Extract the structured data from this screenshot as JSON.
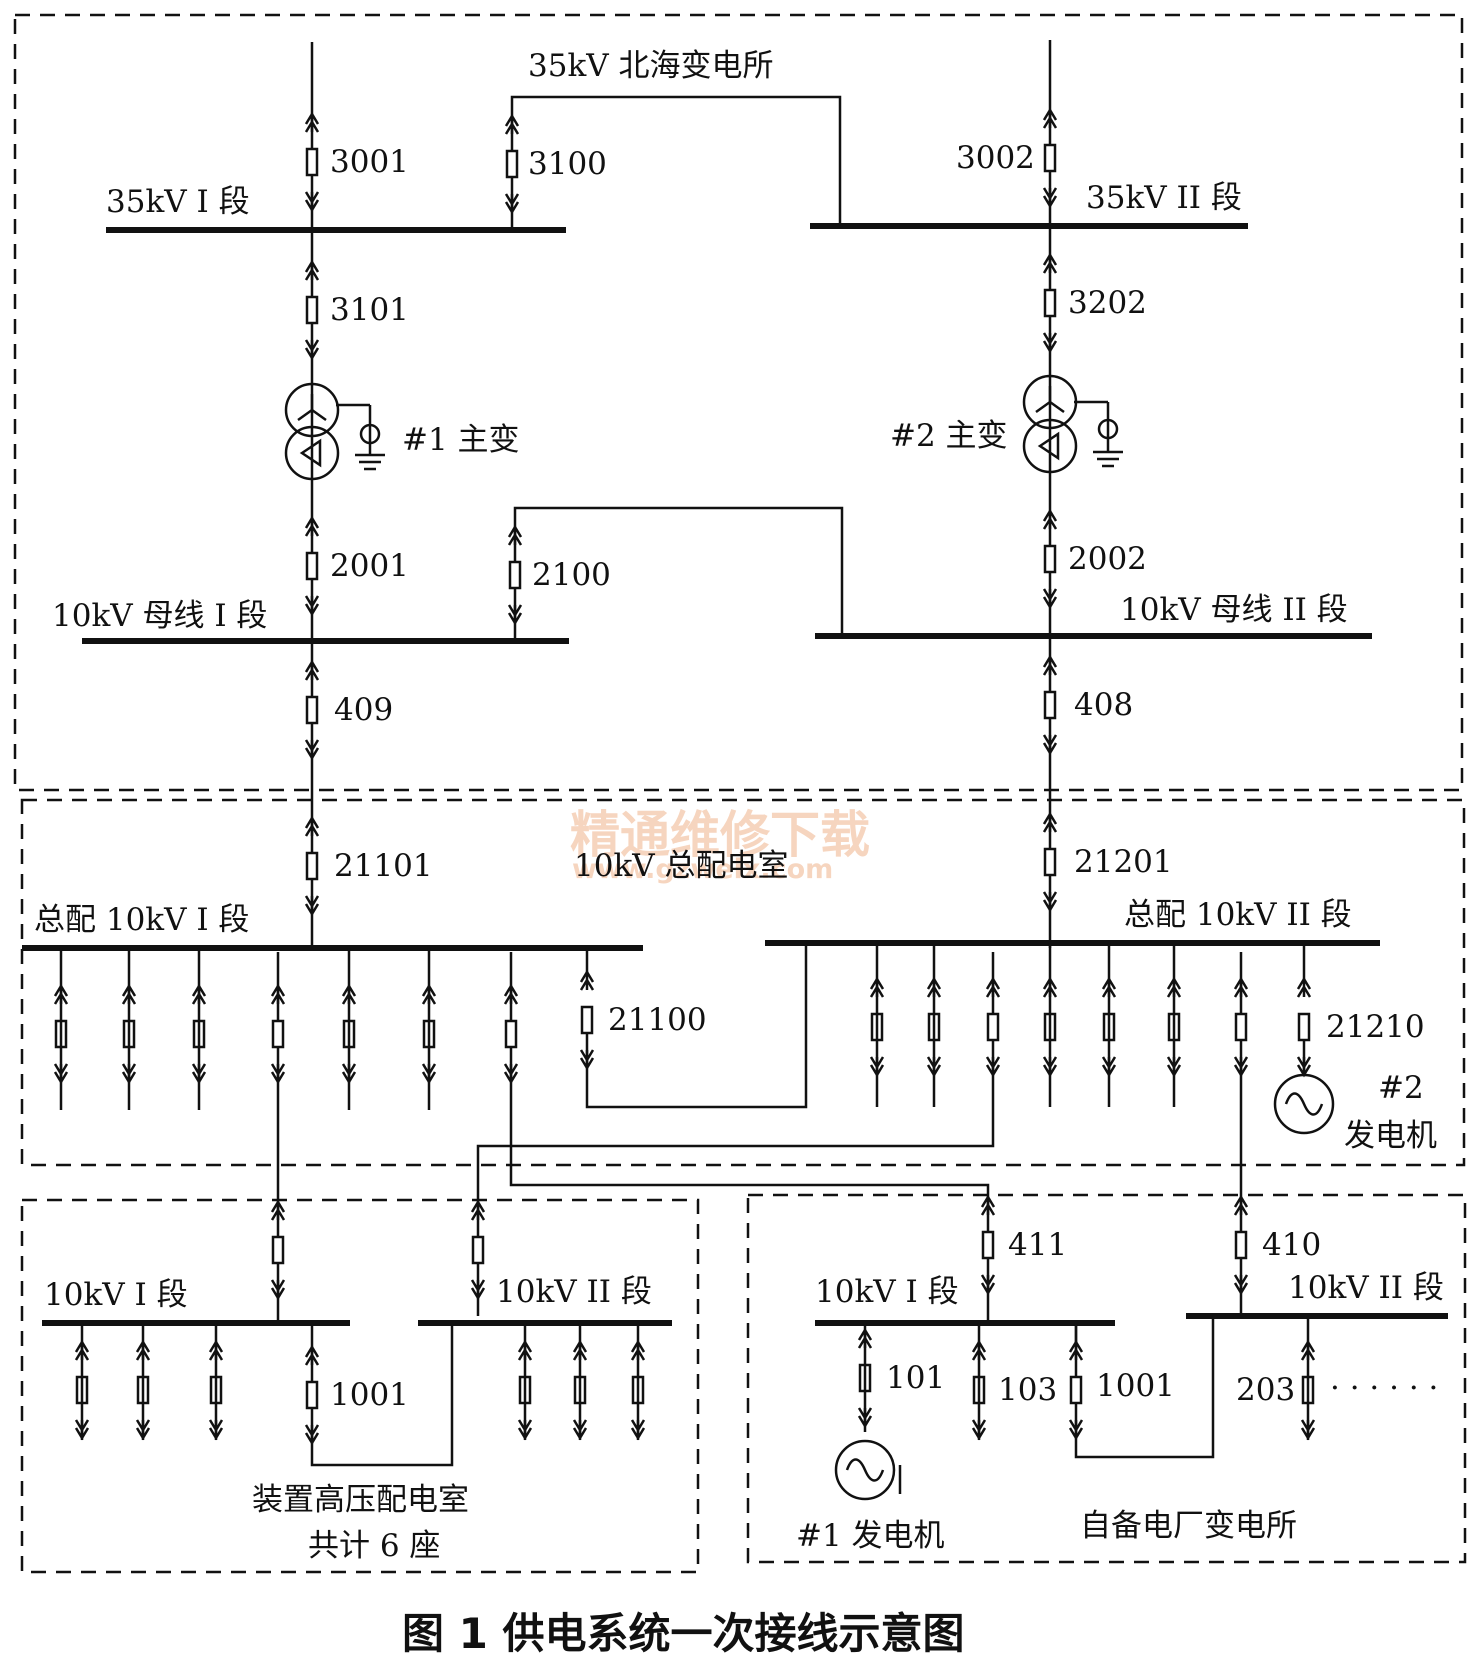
{
  "caption": "图 1    供电系统一次接线示意图",
  "watermark": {
    "text": "精通维修下载",
    "url": "www.gzweix.com"
  },
  "substation": {
    "name": "35kV 北海变电所",
    "bus_35_1": "35kV I 段",
    "bus_35_2": "35kV II 段",
    "bus_10_1": "10kV 母线 I 段",
    "bus_10_2": "10kV 母线 II 段",
    "transformer_1": "#1 主变",
    "transformer_2": "#2 主变",
    "switches": {
      "s3001": "3001",
      "s3100": "3100",
      "s3002": "3002",
      "s3101": "3101",
      "s3202": "3202",
      "s2001": "2001",
      "s2100": "2100",
      "s2002": "2002",
      "s409": "409",
      "s408": "408"
    }
  },
  "main_room": {
    "name": "10kV 总配电室",
    "bus_1": "总配 10kV I 段",
    "bus_2": "总配 10kV II 段",
    "switches": {
      "s21101": "21101",
      "s21201": "21201",
      "s21100": "21100",
      "s21210": "21210"
    },
    "generator_2_num": "#2",
    "generator_2_name": "发电机"
  },
  "device_room": {
    "bus_1": "10kV   I 段",
    "bus_2": "10kV  II 段",
    "s1001": "1001",
    "name_line1": "装置高压配电室",
    "name_line2": "共计 6 座"
  },
  "plant": {
    "bus_1": "10kV I 段",
    "bus_2": "10kV II 段",
    "switches": {
      "s411": "411",
      "s410": "410",
      "s101": "101",
      "s103": "103",
      "s1001": "1001",
      "s203": "203"
    },
    "dots": "· · · · · ·",
    "generator_1": "#1 发电机",
    "name": "自备电厂变电所"
  }
}
